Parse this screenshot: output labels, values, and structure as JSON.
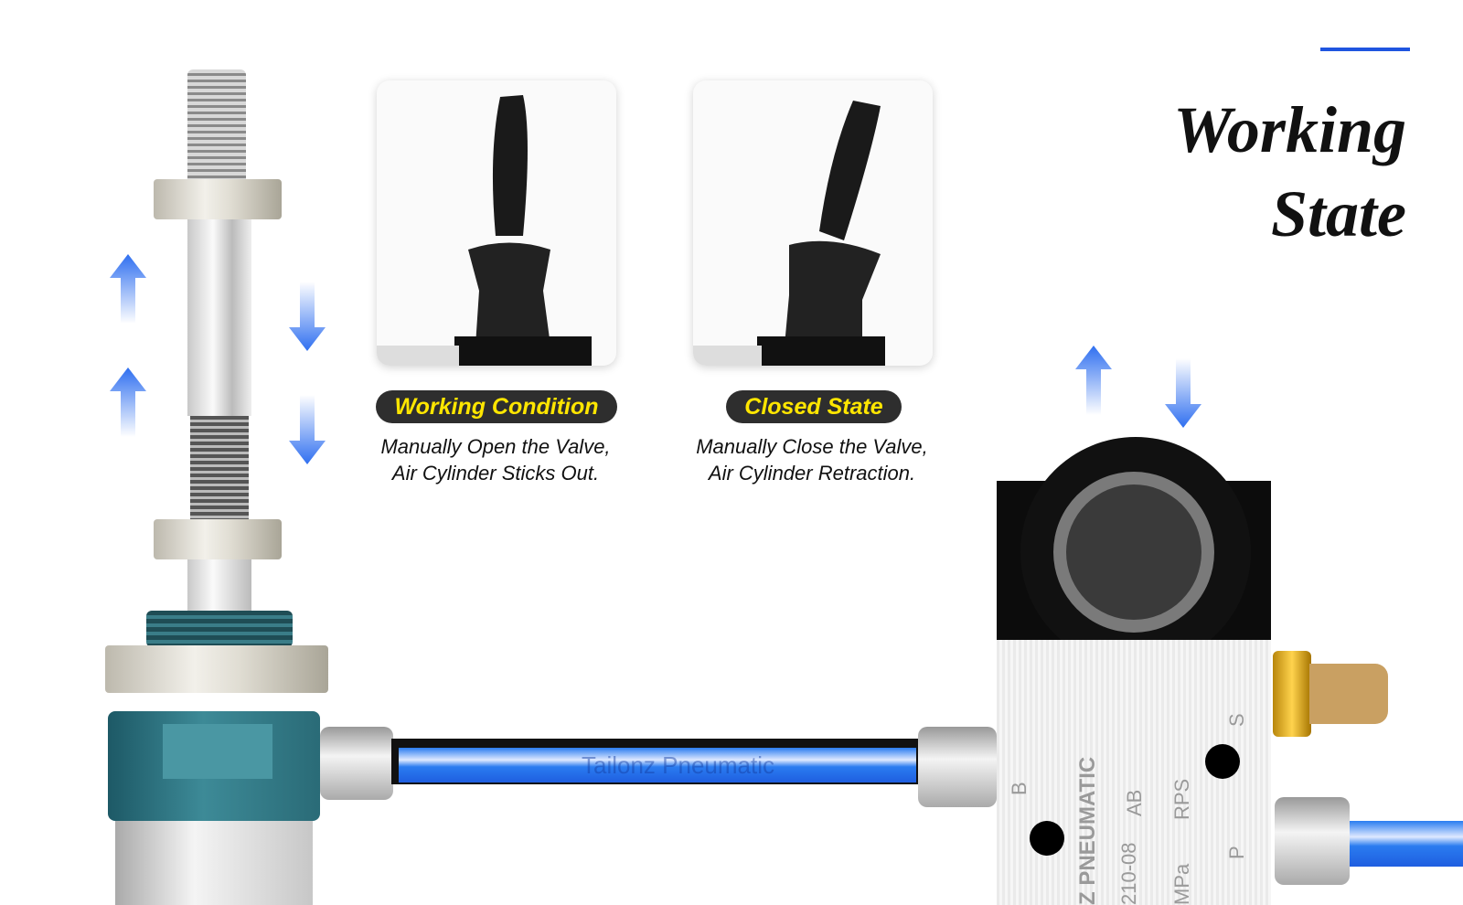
{
  "title": {
    "line1": "Working",
    "line2": "State",
    "accent": "#1f55e0"
  },
  "panels": [
    {
      "label": "Working Condition",
      "caption_line1": "Manually Open the Valve,",
      "caption_line2": "Air Cylinder Sticks Out."
    },
    {
      "label": "Closed State",
      "caption_line1": "Manually Close the Valve,",
      "caption_line2": "Air Cylinder Retraction."
    }
  ],
  "watermark": "Tailonz Pneumatic",
  "valve": {
    "brand": "Z PNEUMATIC",
    "model": "210-08",
    "port_b": "B",
    "port_s": "S",
    "port_p": "P",
    "ports_top": "AB",
    "ports_bottom": "RPS",
    "pressure": "MPa"
  },
  "colors": {
    "label_text": "#ffe600",
    "label_bg": "#2e2e2e",
    "tube": "#2a7cf0",
    "arrow": "#2f6ff0"
  }
}
